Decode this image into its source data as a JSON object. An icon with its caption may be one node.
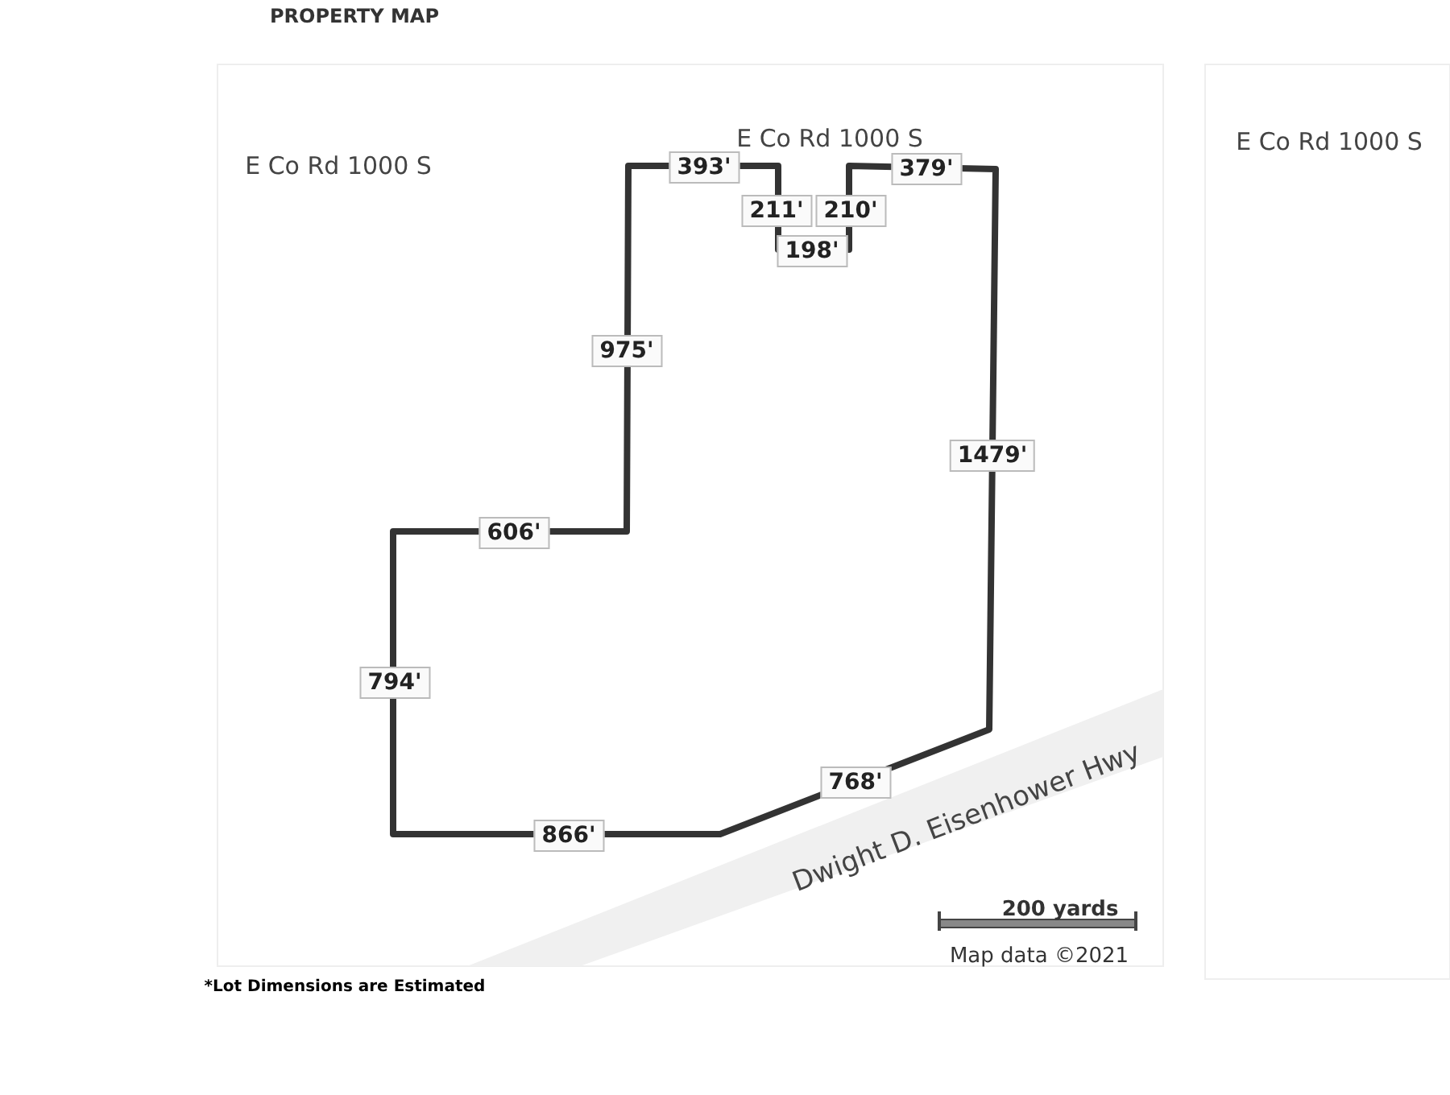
{
  "diagram": {
    "title": "PROPERTY MAP",
    "labels": [
      "E Co Rd 1000 S",
      "E Co Rd 1000 S",
      "393'",
      "E Co Rd 1000 S",
      "379'",
      "211'",
      "210'",
      "198'",
      "975'",
      "1479'",
      "606'",
      "794'",
      "768'",
      "866'",
      "Dwight D. Eisenhower Hwy",
      "200 yards",
      "Map data ©2021",
      "*Lot Dimensions are Estimated"
    ]
  }
}
